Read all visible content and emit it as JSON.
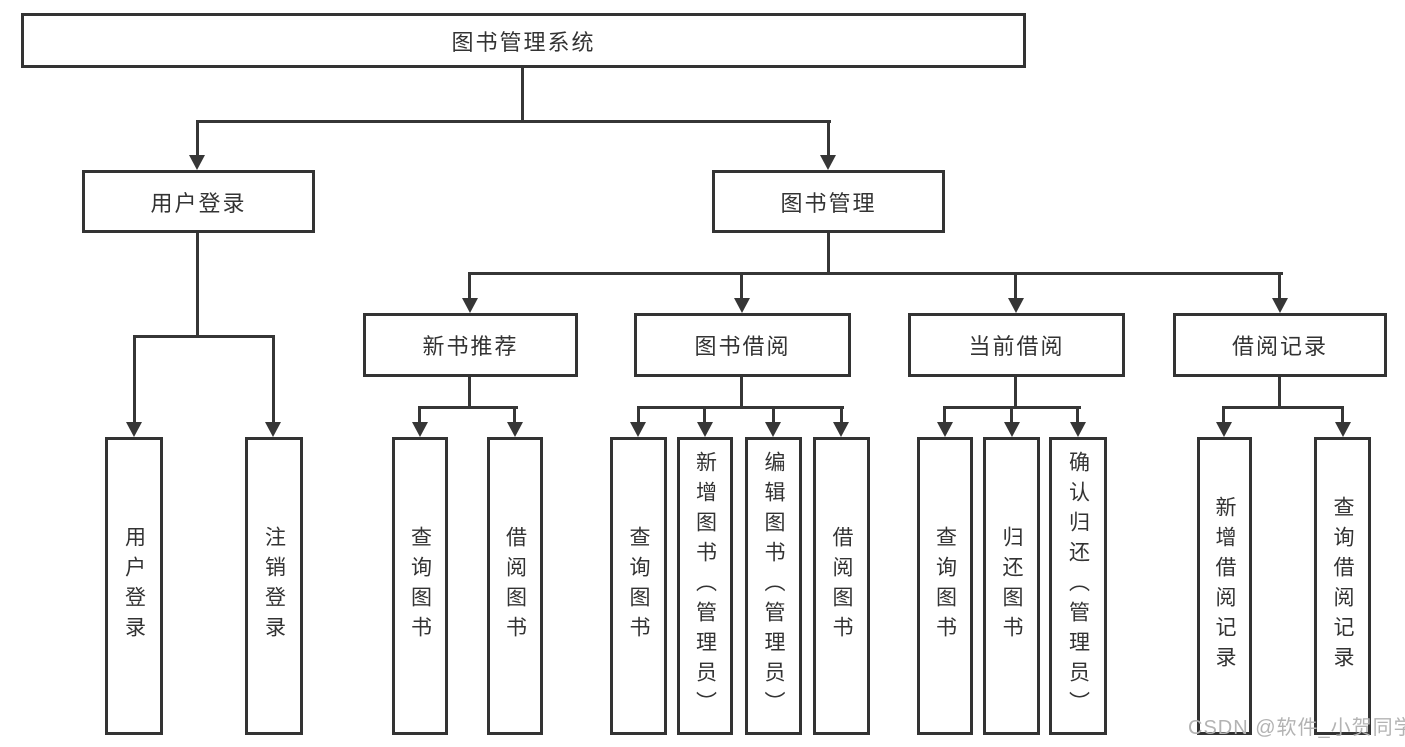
{
  "tree": {
    "label": "图书管理系统",
    "children": [
      {
        "label": "用户登录",
        "children": [
          {
            "label": "用户登录"
          },
          {
            "label": "注销登录"
          }
        ]
      },
      {
        "label": "图书管理",
        "children": [
          {
            "label": "新书推荐",
            "children": [
              {
                "label": "查询图书"
              },
              {
                "label": "借阅图书"
              }
            ]
          },
          {
            "label": "图书借阅",
            "children": [
              {
                "label": "查询图书"
              },
              {
                "label": "新增图书（管理员）"
              },
              {
                "label": "编辑图书（管理员）"
              },
              {
                "label": "借阅图书"
              }
            ]
          },
          {
            "label": "当前借阅",
            "children": [
              {
                "label": "查询图书"
              },
              {
                "label": "归还图书"
              },
              {
                "label": "确认归还（管理员）"
              }
            ]
          },
          {
            "label": "借阅记录",
            "children": [
              {
                "label": "新增借阅记录"
              },
              {
                "label": "查询借阅记录"
              }
            ]
          }
        ]
      }
    ]
  },
  "watermark": {
    "text": "CSDN @软件_小贺同学"
  },
  "colors": {
    "line": "#363636",
    "border": "#333333",
    "box_background": "#ffffff",
    "watermark": "#b3b3b3"
  }
}
